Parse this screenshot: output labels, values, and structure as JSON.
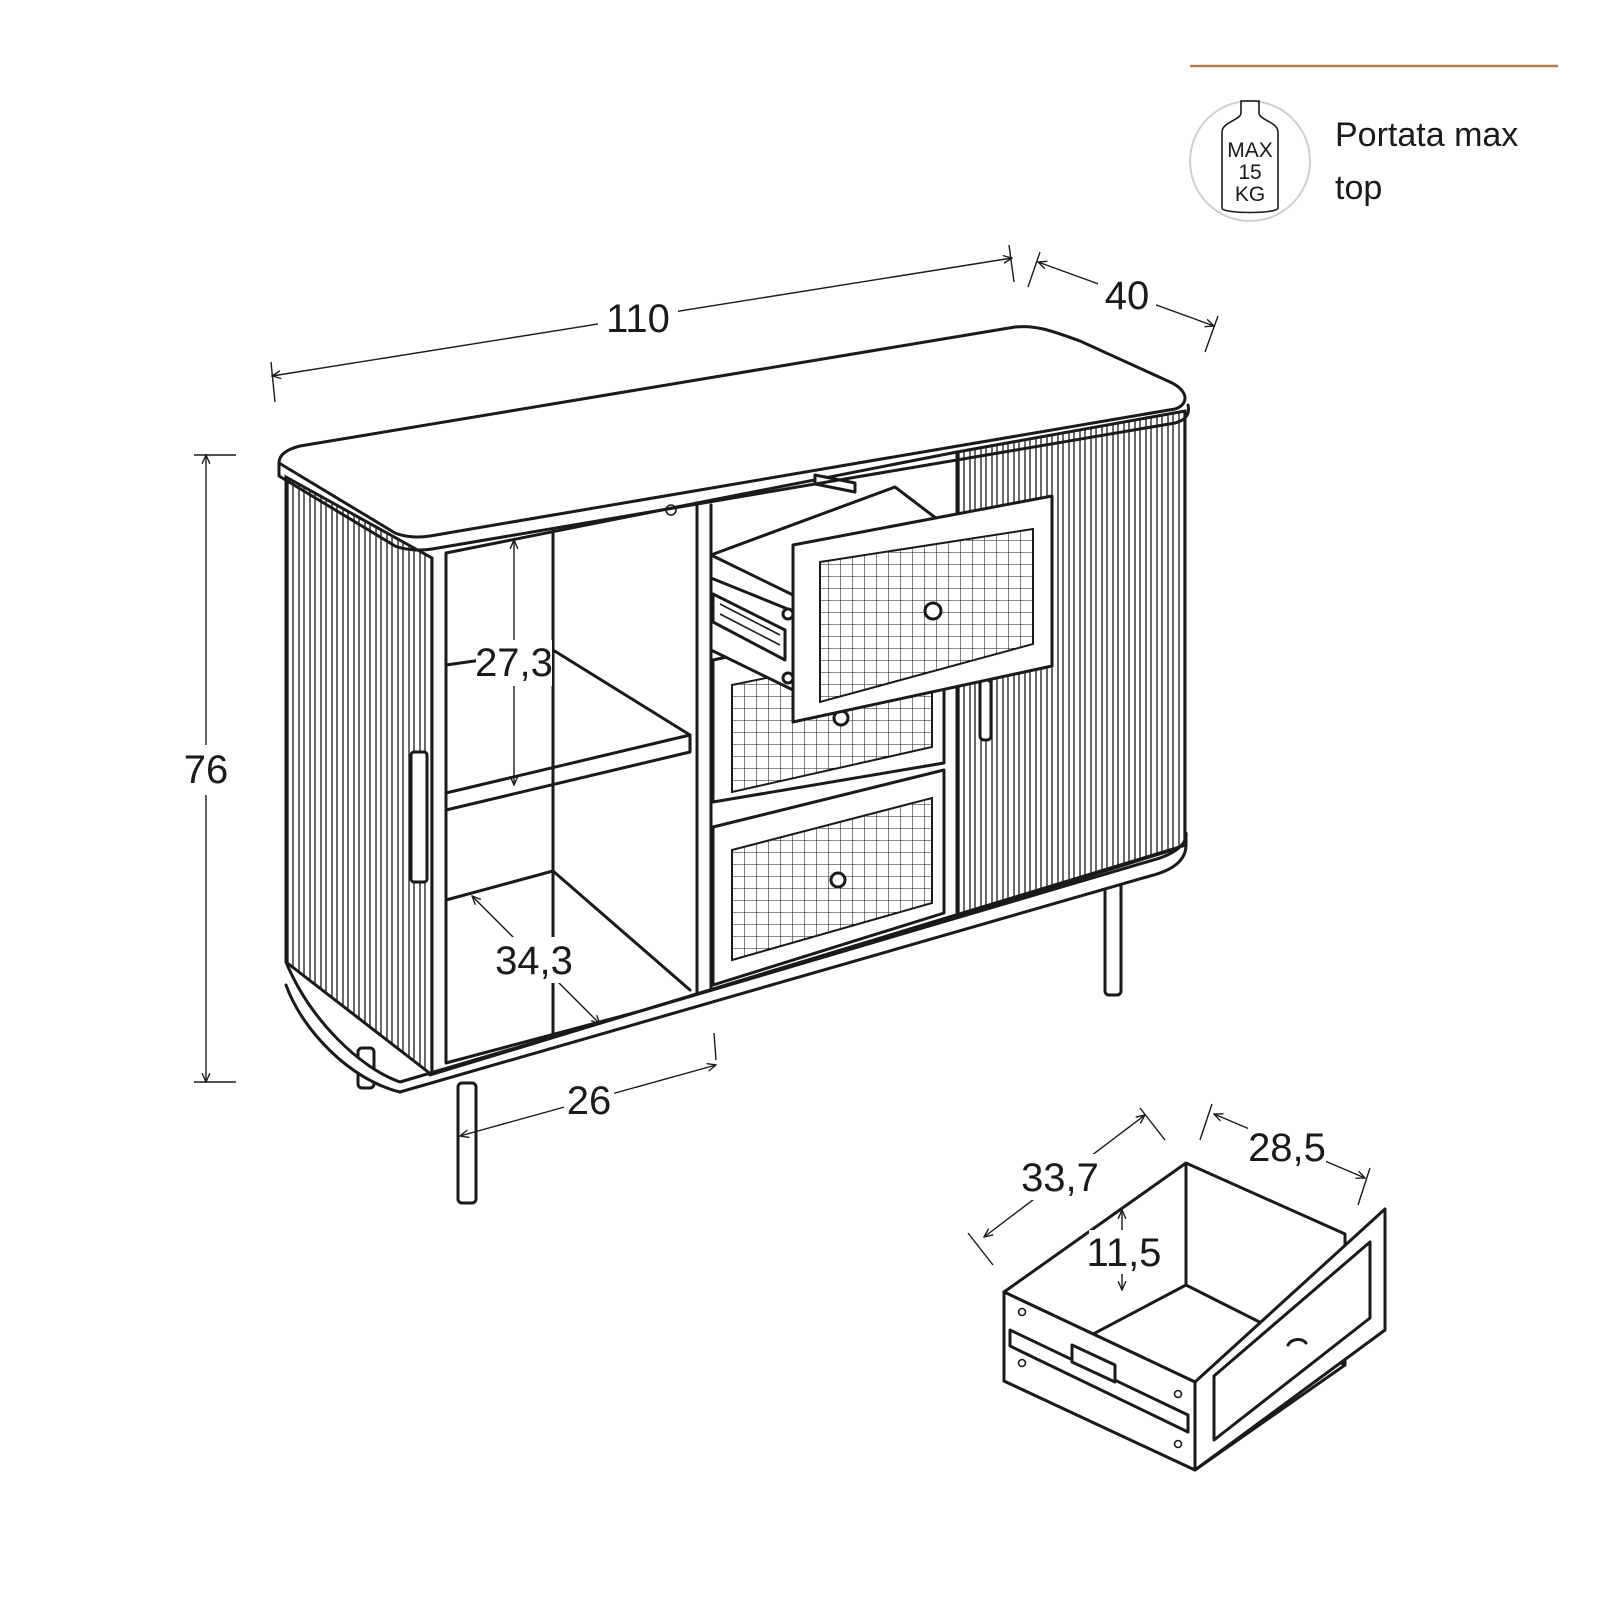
{
  "legend": {
    "badge_lines": [
      "MAX",
      "15",
      "KG"
    ],
    "text_line1": "Portata max",
    "text_line2": "top",
    "accent_color": "#b87a4b",
    "icon": "bottle-weight-icon"
  },
  "dimensions": {
    "width": "110",
    "depth": "40",
    "height": "76",
    "shelf_height": "27,3",
    "shelf_depth": "34,3",
    "compartment_width": "26",
    "drawer_depth": "33,7",
    "drawer_width": "28,5",
    "drawer_height": "11,5"
  }
}
